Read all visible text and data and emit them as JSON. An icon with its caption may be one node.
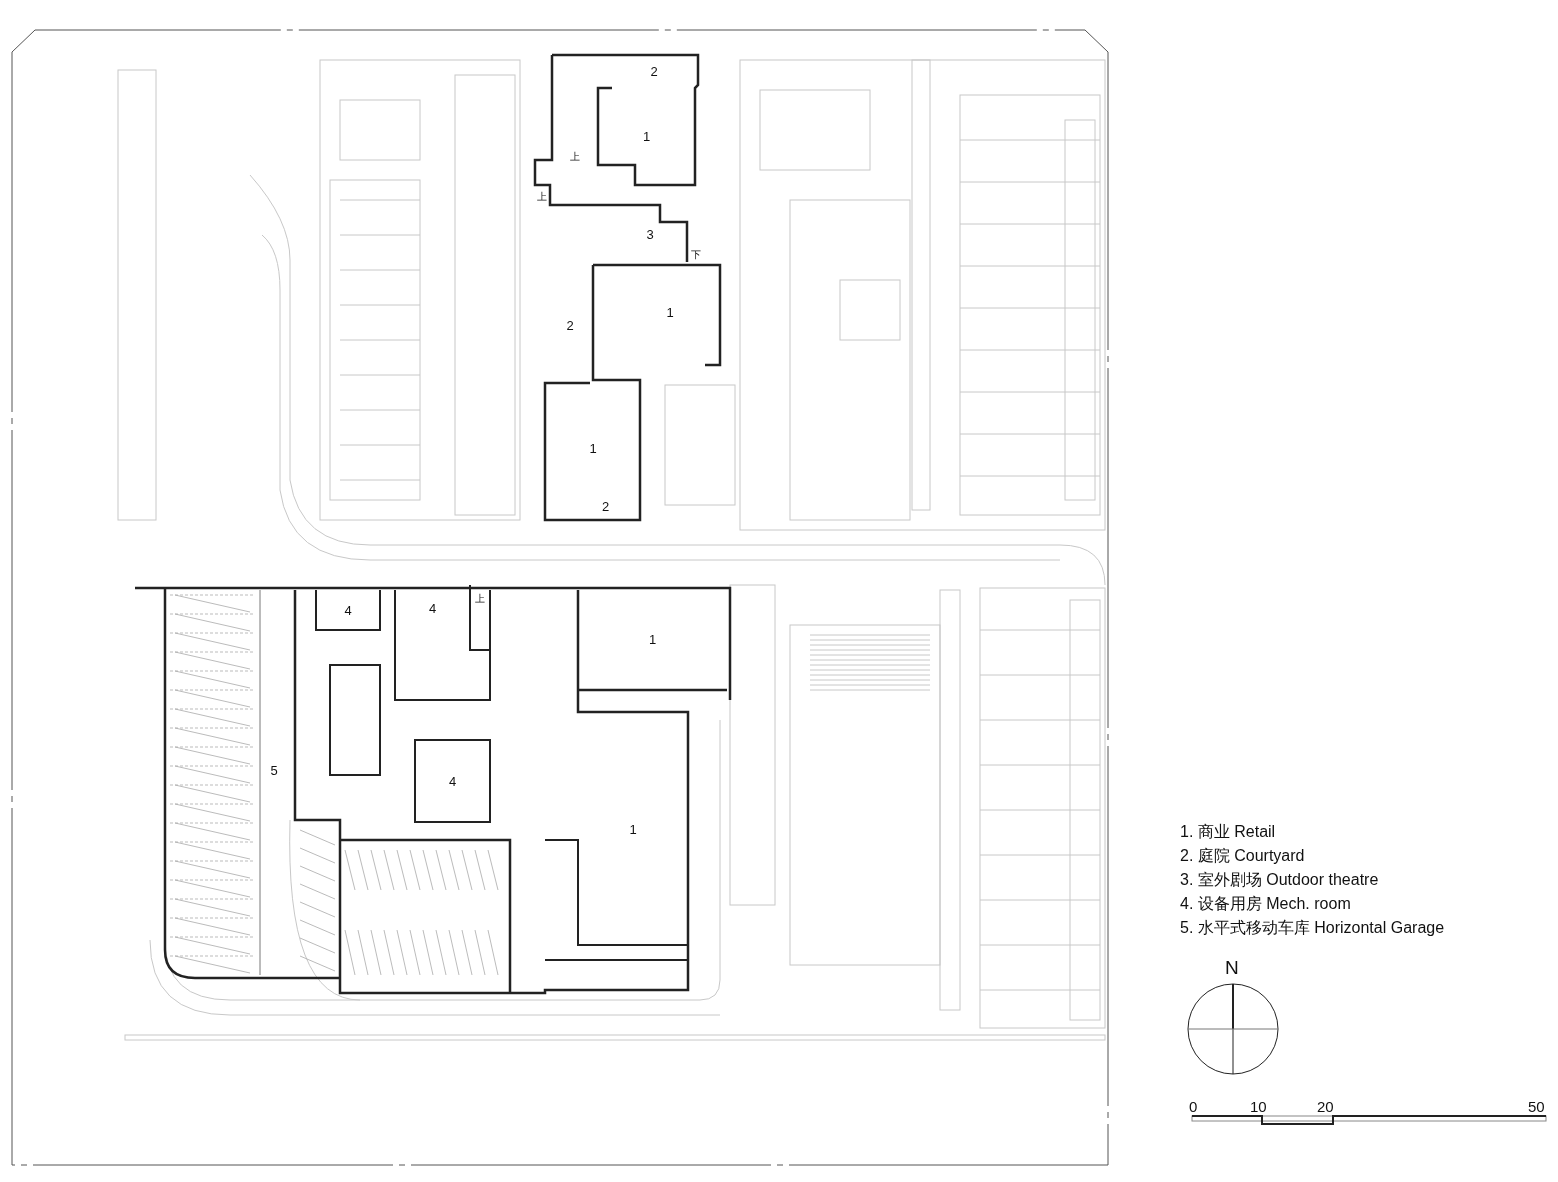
{
  "diagram": {
    "nodes": [
      {
        "text": [
          "2"
        ]
      },
      {
        "text": [
          "1"
        ]
      },
      {
        "text": [
          "3"
        ]
      },
      {
        "text": [
          "2"
        ]
      },
      {
        "text": [
          "1"
        ]
      },
      {
        "text": [
          "1"
        ]
      },
      {
        "text": [
          "2"
        ]
      },
      {
        "text": [
          "4"
        ]
      },
      {
        "text": [
          "4"
        ]
      },
      {
        "text": [
          "1"
        ]
      },
      {
        "text": [
          "5"
        ]
      },
      {
        "text": [
          "4"
        ]
      },
      {
        "text": [
          "1"
        ]
      }
    ],
    "labels": [
      "上",
      "上",
      "下",
      "上",
      "1. 商业  Retail",
      "2. 庭院  Courtyard",
      "3. 室外剧场  Outdoor theatre",
      "4. 设备用房  Mech. room",
      "5. 水平式移动车库  Horizontal Garage",
      "N",
      "0",
      "10",
      "20",
      "50"
    ]
  }
}
